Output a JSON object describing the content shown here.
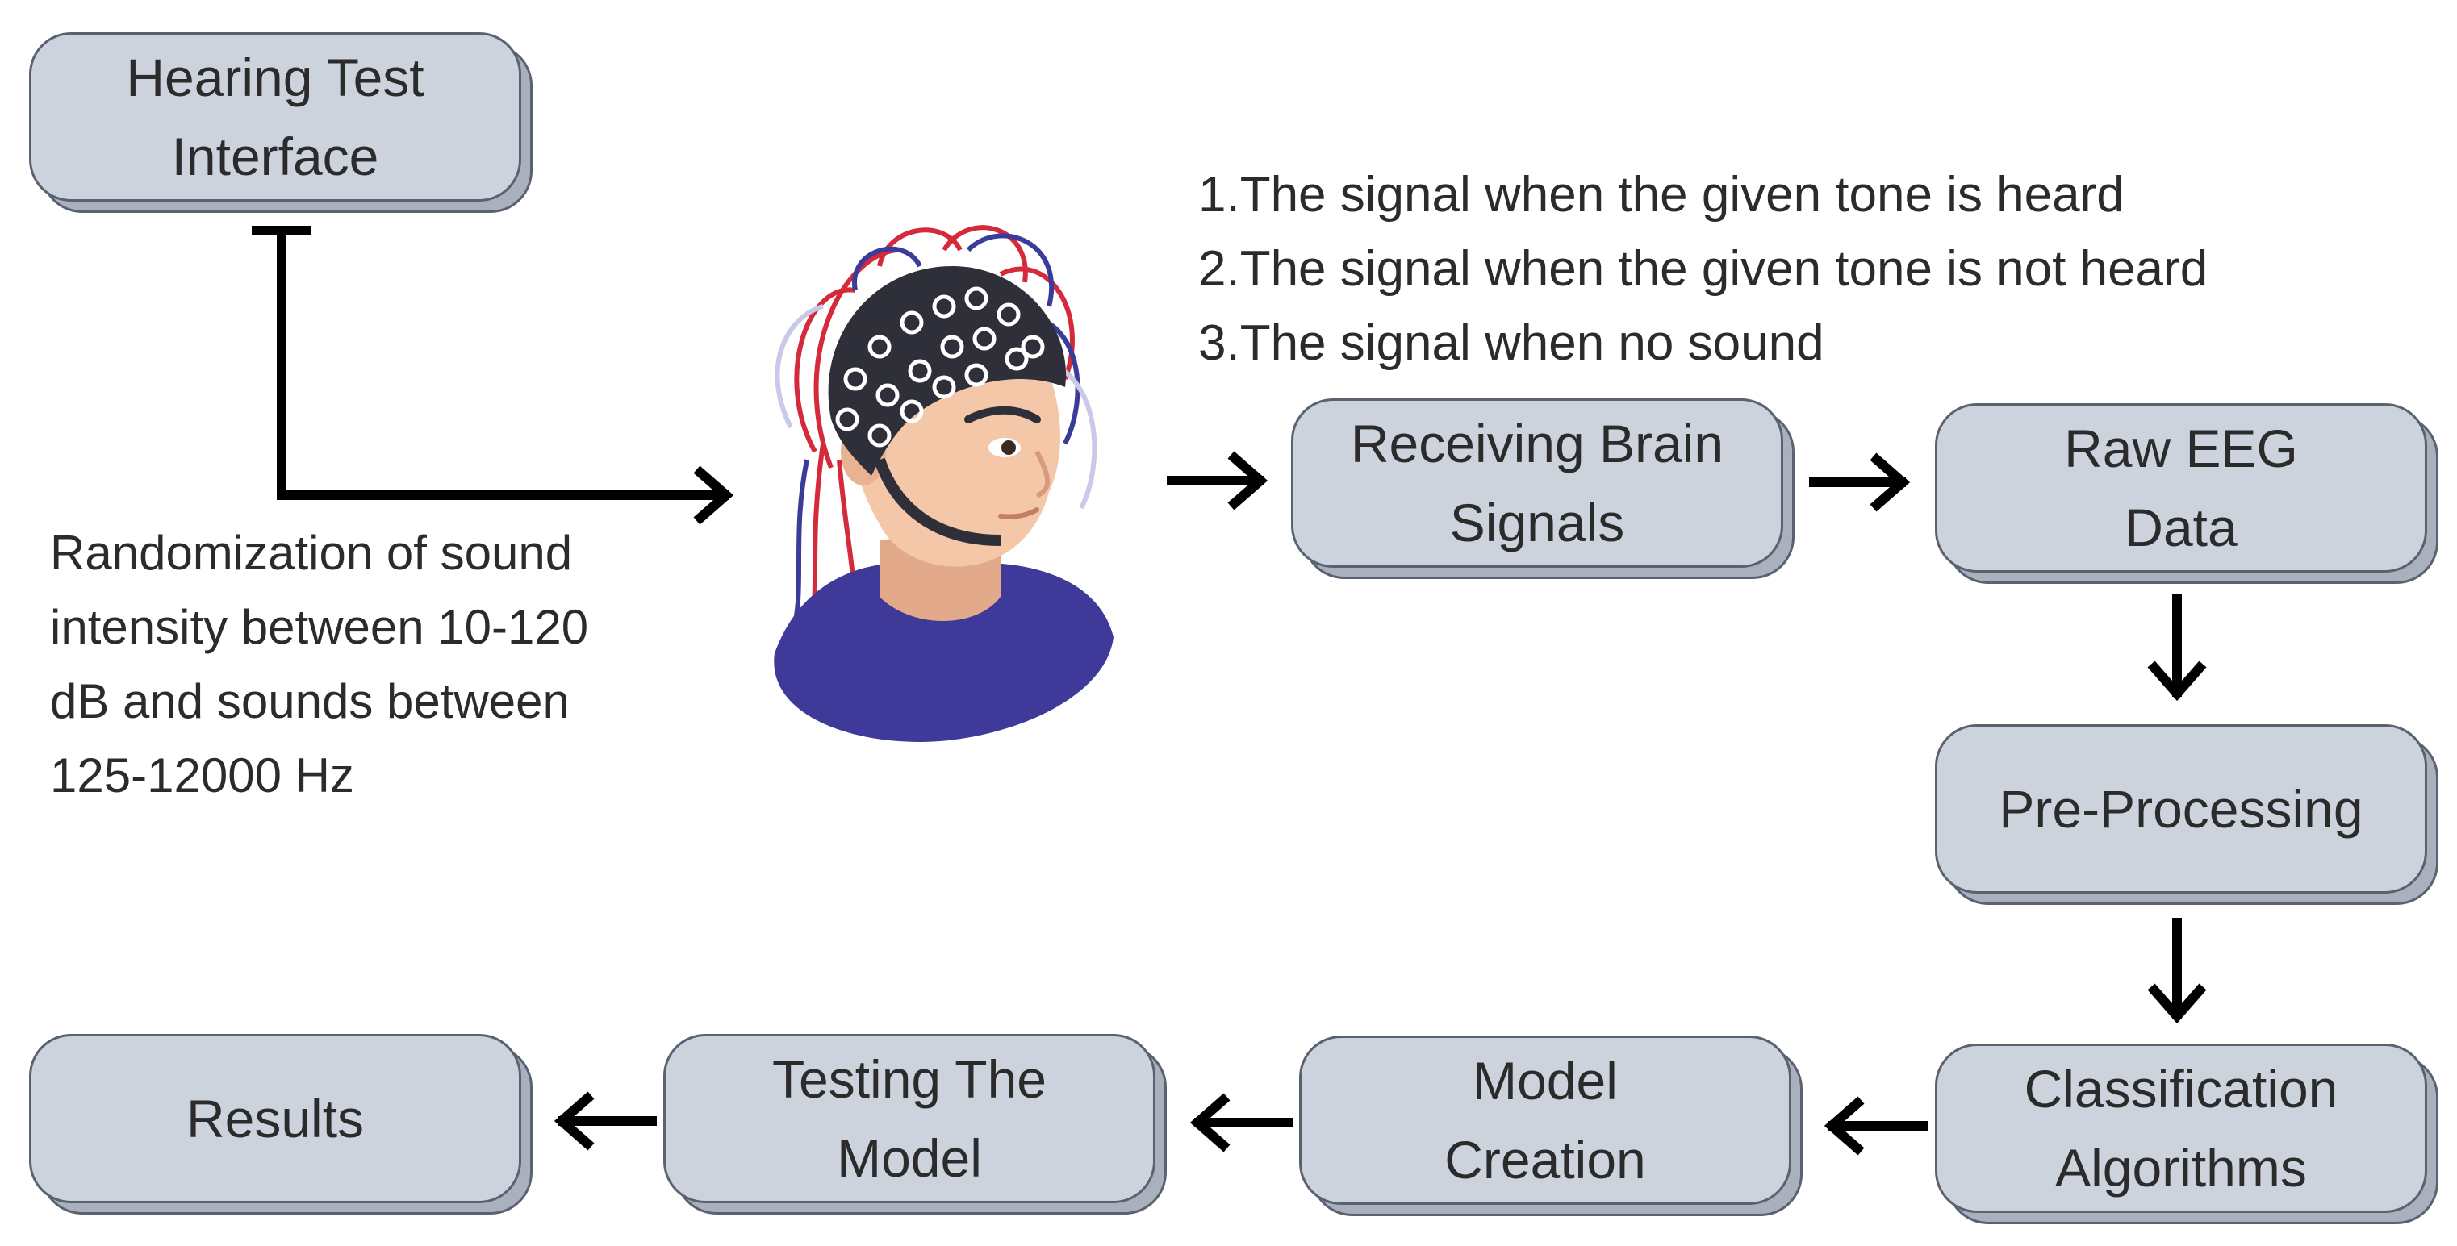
{
  "boxes": {
    "hearing_test": [
      "Hearing Test",
      "Interface"
    ],
    "receiving": [
      "Receiving Brain",
      "Signals"
    ],
    "raw_eeg": [
      "Raw EEG",
      "Data"
    ],
    "preprocessing": [
      "Pre-Processing"
    ],
    "classification": [
      "Classification",
      "Algorithms"
    ],
    "model_creation": [
      "Model",
      "Creation"
    ],
    "testing": [
      "Testing The",
      "Model"
    ],
    "results": [
      "Results"
    ]
  },
  "randomization_note": [
    "Randomization of sound",
    "intensity between 10-120",
    "dB and sounds between",
    "125-12000 Hz"
  ],
  "signal_list": [
    "1.The signal when the given tone is heard",
    "2.The signal when the given tone is not heard",
    "3.The signal when no sound"
  ],
  "colors": {
    "box_fill": "#cdd3dd",
    "box_shadow": "#a9b1bf",
    "box_border": "#5a6270",
    "arrow": "#000000",
    "cap": "#2f2f3a",
    "skin": "#f3c7a8",
    "shirt": "#3f3a9a",
    "wire_red": "#d42a3a",
    "wire_blue": "#3b3b9a"
  },
  "icons": [
    "eeg-cap-person-icon",
    "arrow-icon"
  ]
}
